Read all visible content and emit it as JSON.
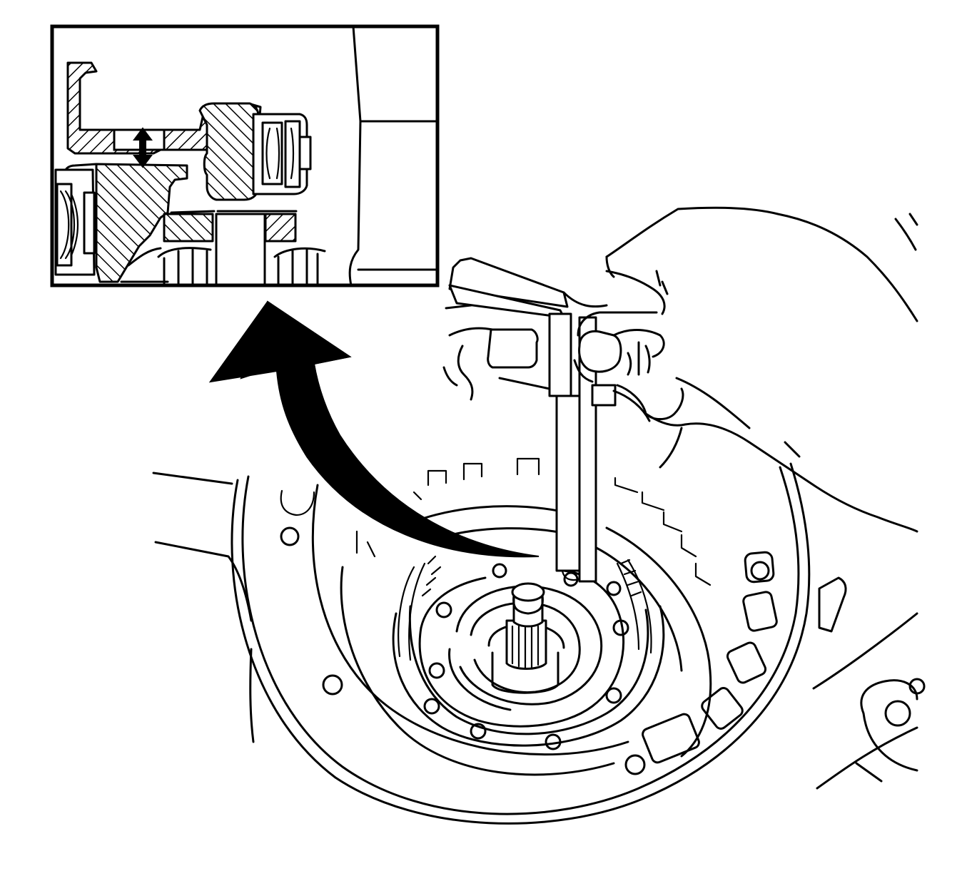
{
  "figure": {
    "background": "#ffffff",
    "ink": "#000000",
    "callout_arrow": "curved-arrow-to-detail",
    "measurement_indicator": "double-headed-arrow",
    "tool": "depth-caliper",
    "bolt_holes_outer": 10,
    "bolt_holes_inner": 9,
    "window_slots": 6
  }
}
